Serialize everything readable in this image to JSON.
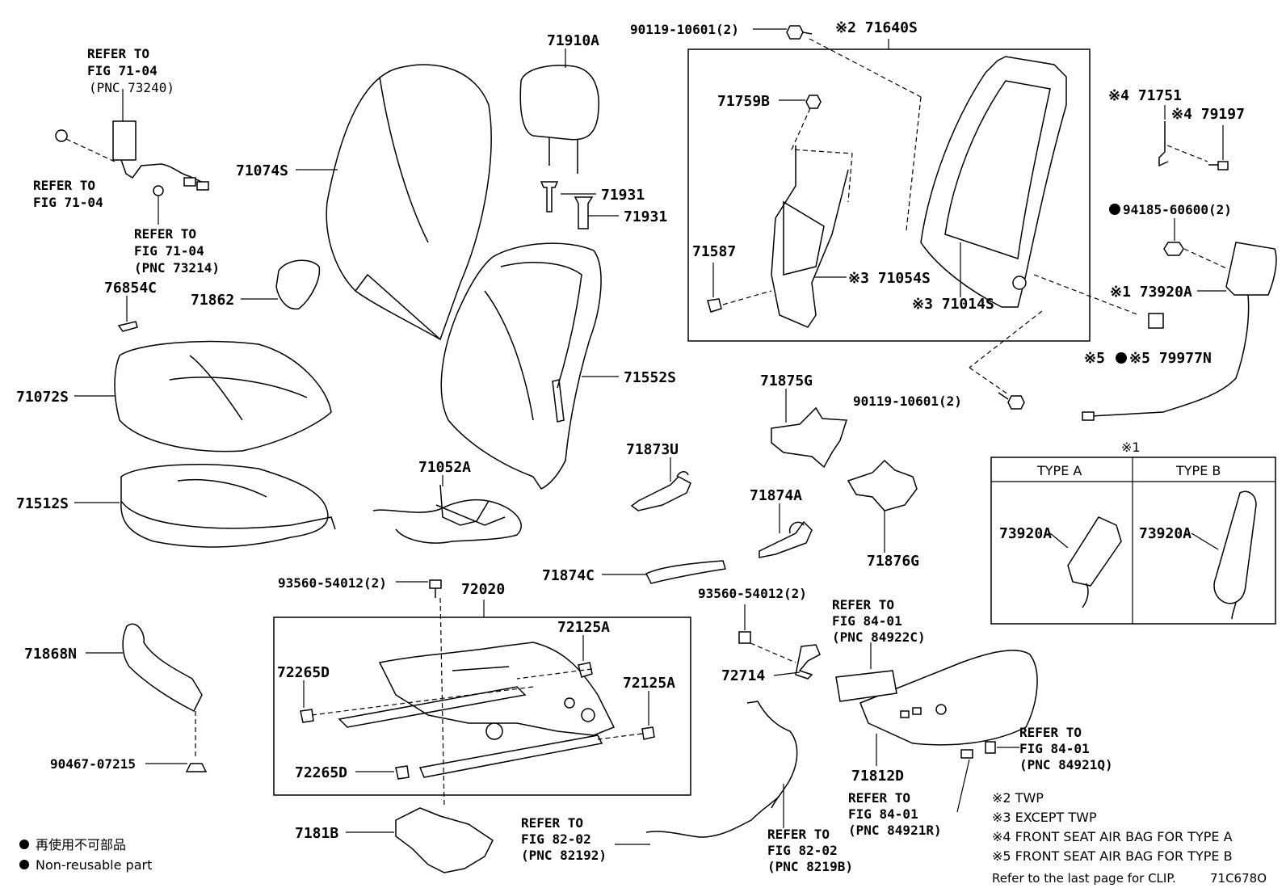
{
  "labels": {
    "refer_7104_a": [
      "REFER TO",
      "FIG 71-04",
      "(PNC 73240)"
    ],
    "refer_7104_b": [
      "REFER TO",
      "FIG 71-04"
    ],
    "refer_7104_c": [
      "REFER TO",
      "FIG 71-04",
      "(PNC 73214)"
    ],
    "p76854C": "76854C",
    "p71862": "71862",
    "p71074S": "71074S",
    "p71910A": "71910A",
    "p71931a": "71931",
    "p71931b": "71931",
    "p71072S": "71072S",
    "p71552S": "71552S",
    "p71512S": "71512S",
    "p71052A": "71052A",
    "p71873U": "71873U",
    "p71874A": "71874A",
    "p71874C": "71874C",
    "p71875G": "71875G",
    "p71876G": "71876G",
    "bolt_90119_top": "90119-10601(2)",
    "p71640S": "※2 71640S",
    "p71759B": "71759B",
    "p71587": "71587",
    "p71054S": "※3 71054S",
    "p71014S": "※3 71014S",
    "bolt_90119_mid": "90119-10601(2)",
    "p71751": "※4 71751",
    "p79197": "※4 79197",
    "p94185": "94185-60600(2)",
    "p73920A": "※1 73920A",
    "p79977N": "※5 79977N",
    "screw_93560_a": "93560-54012(2)",
    "screw_93560_b": "93560-54012(2)",
    "p72020": "72020",
    "p72125A_a": "72125A",
    "p72125A_b": "72125A",
    "p72265D_a": "72265D",
    "p72265D_b": "72265D",
    "p72714": "72714",
    "p71868N": "71868N",
    "clip_90467": "90467-07215",
    "p7181B": "7181B",
    "p71812D": "71812D",
    "refer_8401_c": [
      "REFER TO",
      "FIG 84-01",
      "(PNC 84922C)"
    ],
    "refer_8401_q": [
      "REFER TO",
      "FIG 84-01",
      "(PNC 84921Q)"
    ],
    "refer_8401_r": [
      "REFER TO",
      "FIG 84-01",
      "(PNC 84921R)"
    ],
    "refer_8202_a": [
      "REFER TO",
      "FIG 82-02",
      "(PNC 82192)"
    ],
    "refer_8202_b": [
      "REFER TO",
      "FIG 82-02",
      "(PNC 8219B)"
    ]
  },
  "type_table": {
    "title": "※1",
    "col_a": "TYPE A",
    "col_b": "TYPE B",
    "part_a": "73920A",
    "part_b": "73920A"
  },
  "notes": {
    "n2": "※2 TWP",
    "n3": "※3 EXCEPT TWP",
    "n4": "※4 FRONT SEAT AIR BAG FOR TYPE A",
    "n5": "※5 FRONT SEAT AIR BAG FOR TYPE B",
    "clip_ref": "Refer to the last page for CLIP.",
    "fig_code": "71C678O"
  },
  "legend": {
    "jp": "再使用不可部品",
    "en": "Non-reusable part"
  }
}
